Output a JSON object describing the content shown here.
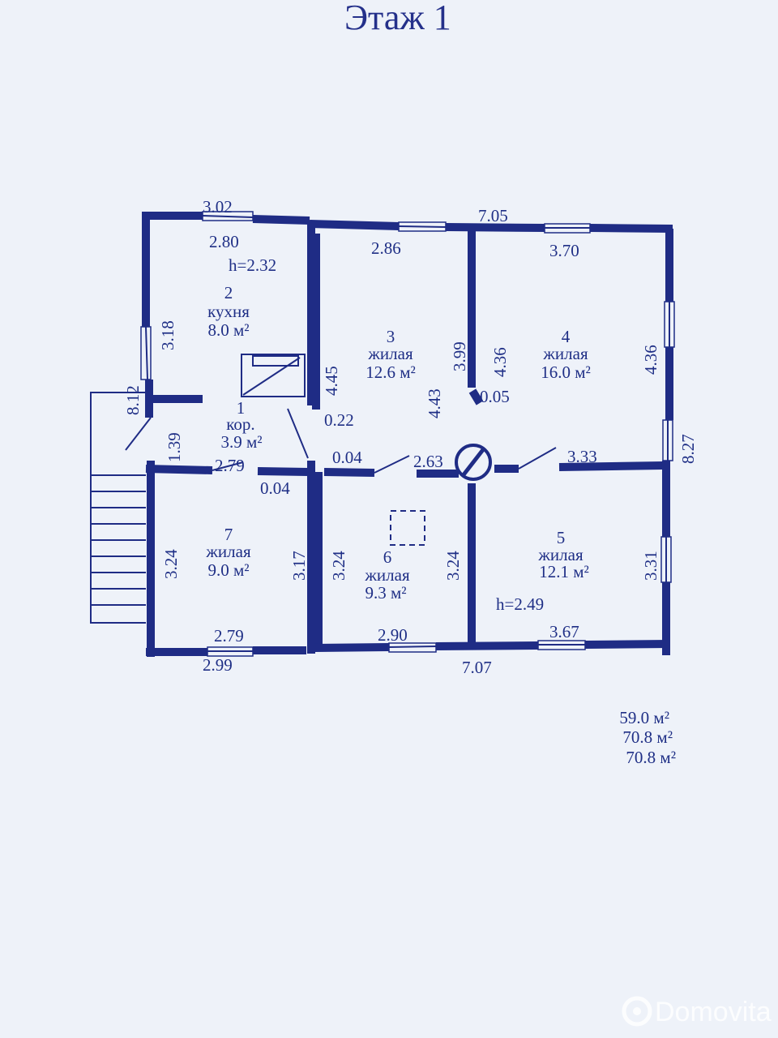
{
  "title": "Этаж 1",
  "dimensions": {
    "d_3_02": "3.02",
    "d_2_80": "2.80",
    "d_h_2_32": "h=2.32",
    "d_3_18": "3.18",
    "d_8_12": "8.12",
    "d_1_39": "1.39",
    "d_2_79_top": "2.79",
    "d_0_04_left": "0.04",
    "d_4_45": "4.45",
    "d_0_22": "0.22",
    "d_2_86": "2.86",
    "d_7_05": "7.05",
    "d_3_70": "3.70",
    "d_3_99": "3.99",
    "d_4_36_mid": "4.36",
    "d_4_43": "4.43",
    "d_0_05": "0.05",
    "d_4_36_right": "4.36",
    "d_8_27": "8.27",
    "d_0_04_mid": "0.04",
    "d_2_63": "2.63",
    "d_3_33": "3.33",
    "d_3_24_left": "3.24",
    "d_3_17": "3.17",
    "d_3_24_room6l": "3.24",
    "d_3_24_room6r": "3.24",
    "d_3_31": "3.31",
    "d_h_2_49": "h=2.49",
    "d_2_79_bottom": "2.79",
    "d_2_99": "2.99",
    "d_2_90": "2.90",
    "d_7_07": "7.07",
    "d_3_67": "3.67"
  },
  "rooms": [
    {
      "num": "1",
      "name": "кор.",
      "area": "3.9 м²"
    },
    {
      "num": "2",
      "name": "кухня",
      "area": "8.0 м²"
    },
    {
      "num": "3",
      "name": "жилая",
      "area": "12.6 м²"
    },
    {
      "num": "4",
      "name": "жилая",
      "area": "16.0 м²"
    },
    {
      "num": "5",
      "name": "жилая",
      "area": "12.1 м²"
    },
    {
      "num": "6",
      "name": "жилая",
      "area": "9.3 м²"
    },
    {
      "num": "7",
      "name": "жилая",
      "area": "9.0 м²"
    }
  ],
  "totals": [
    "59.0 м²",
    "70.8 м²",
    "70.8 м²"
  ],
  "watermark": "Domovita",
  "colors": {
    "ink": "#1f2c85",
    "paper": "#eef2f9"
  }
}
